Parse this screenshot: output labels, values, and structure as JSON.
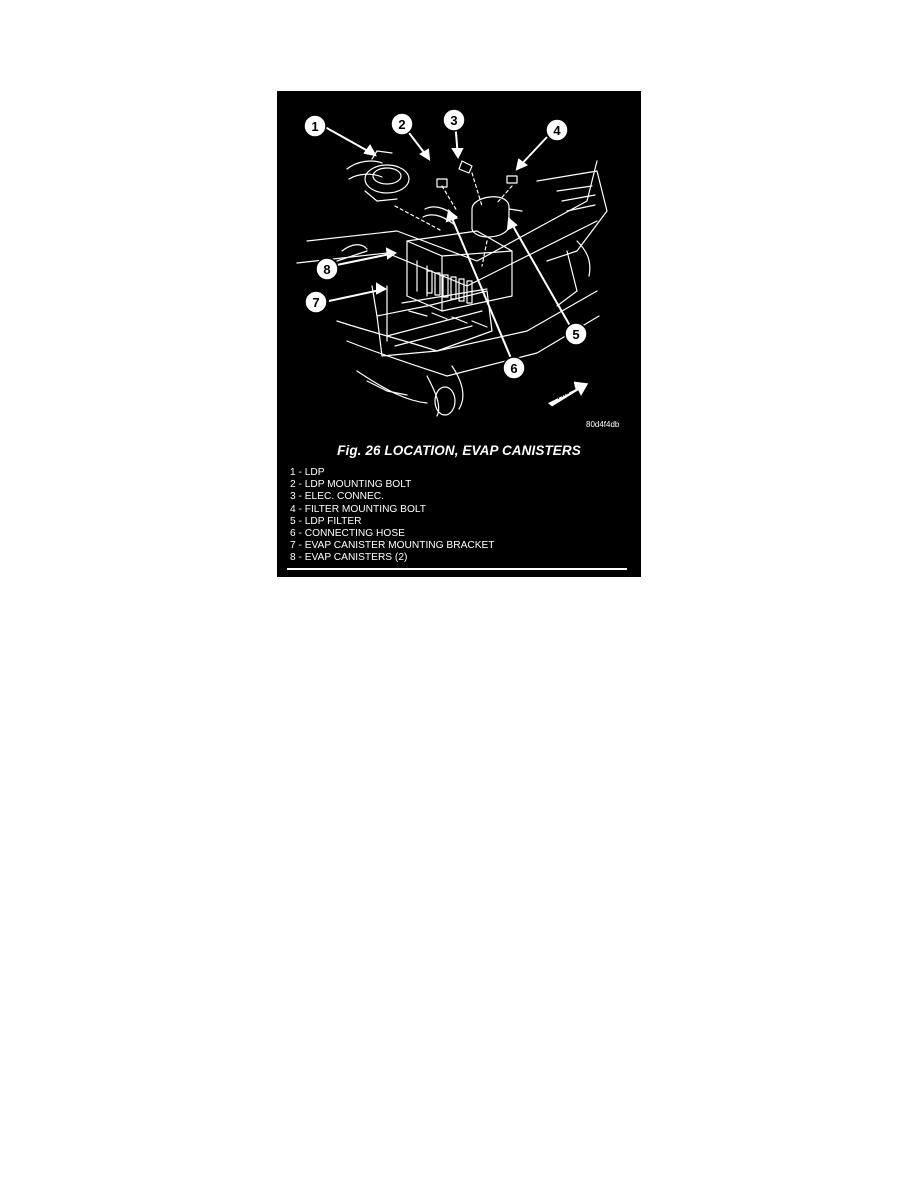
{
  "figure": {
    "title": "Fig. 26 LOCATION, EVAP CANISTERS",
    "code": "80d4f4db",
    "fwd_label": "FWD",
    "callouts": [
      "1",
      "2",
      "3",
      "4",
      "5",
      "6",
      "7",
      "8"
    ],
    "legend": [
      "1 - LDP",
      "2 - LDP MOUNTING BOLT",
      "3 - ELEC. CONNEC.",
      "4 - FILTER MOUNTING BOLT",
      "5 - LDP FILTER",
      "6 - CONNECTING HOSE",
      "7 - EVAP CANISTER MOUNTING BRACKET",
      "8 - EVAP CANISTERS (2)"
    ]
  }
}
